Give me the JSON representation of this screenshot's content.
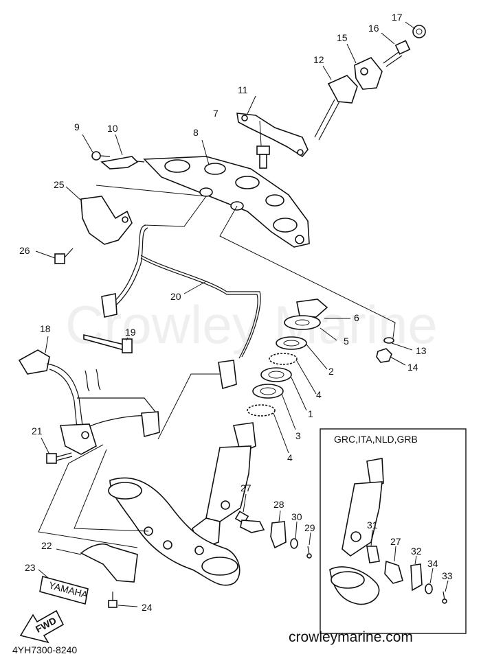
{
  "watermark": "Crowley Marine",
  "footer": {
    "url": "crowleymarine.com",
    "code": "4YH7300-8240"
  },
  "inset": {
    "title": "GRC,ITA,NLD,GRB"
  },
  "plates": {
    "arrow": "FWD",
    "tag": "YAMAHA"
  },
  "callouts": {
    "c1": "1",
    "c2": "2",
    "c3": "3",
    "c4a": "4",
    "c4b": "4",
    "c5": "5",
    "c6": "6",
    "c7": "7",
    "c8": "8",
    "c9": "9",
    "c10": "10",
    "c11": "11",
    "c12": "12",
    "c13": "13",
    "c14": "14",
    "c15": "15",
    "c16": "16",
    "c17": "17",
    "c18": "18",
    "c19": "19",
    "c20": "20",
    "c21": "21",
    "c22": "22",
    "c23": "23",
    "c24": "24",
    "c25": "25",
    "c26": "26",
    "c27": "27",
    "c27b": "27",
    "c28": "28",
    "c29": "29",
    "c30": "30",
    "c31": "31",
    "c32": "32",
    "c33": "33",
    "c34": "34"
  }
}
